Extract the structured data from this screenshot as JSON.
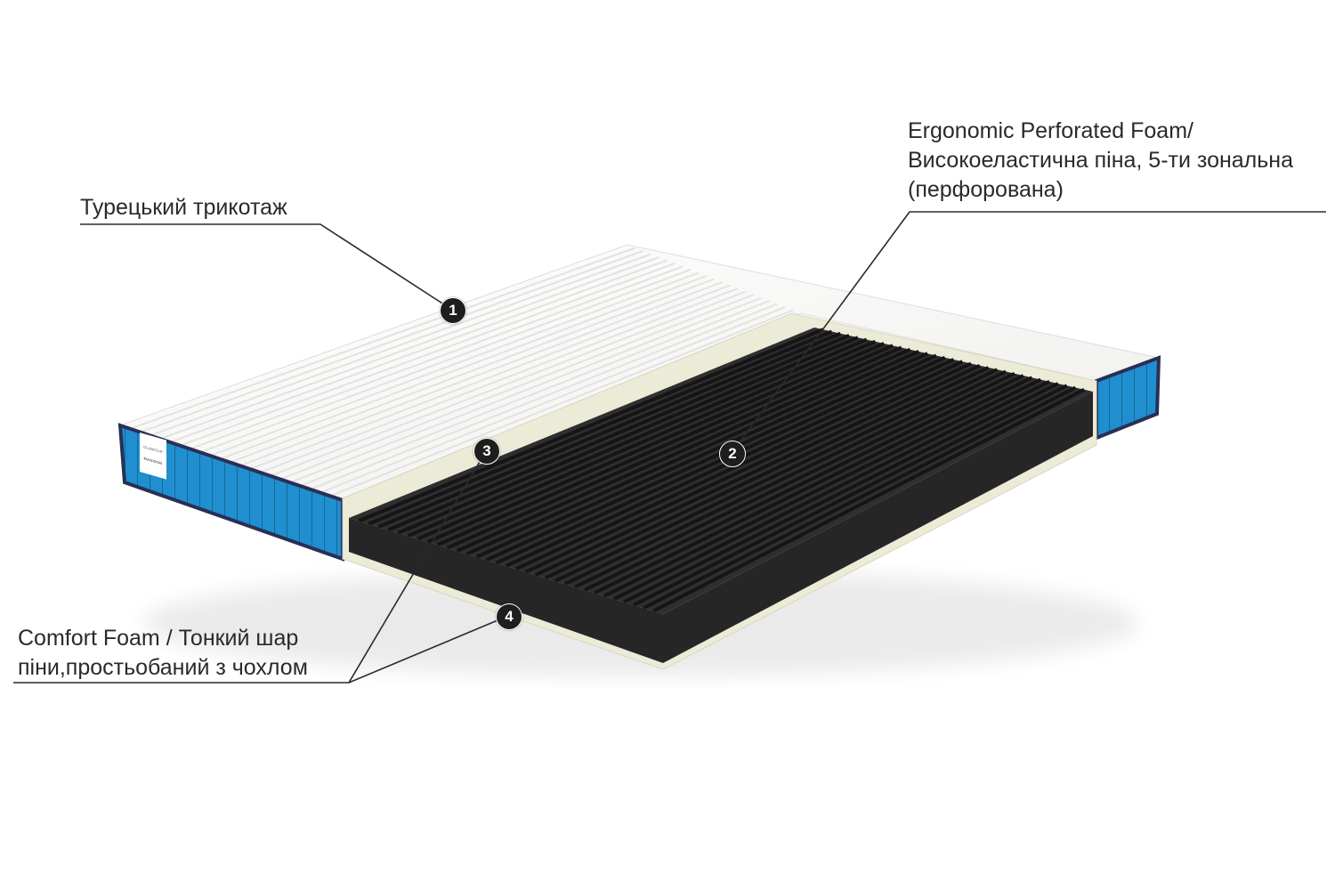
{
  "callouts": [
    {
      "number": "1",
      "lines": [
        "Турецький трикотаж"
      ]
    },
    {
      "number": "2",
      "lines": [
        "Ergonomic Perforated Foam/",
        "Високоеластична піна, 5-ти зональна",
        "(перфорована)"
      ]
    },
    {
      "number": "3",
      "lines": []
    },
    {
      "number": "4",
      "lines": [
        "Comfort Foam / Тонкий шар",
        "піни,простьобаний з чохлом"
      ]
    }
  ],
  "tag": {
    "brand": "GLAMOUR",
    "model": "MADISON"
  },
  "colors": {
    "cover": "#f7f7f5",
    "side": "#1f8fcf",
    "foam": "#2b2b2b",
    "cream": "#ecebd8",
    "line": "#2a2a2a"
  }
}
